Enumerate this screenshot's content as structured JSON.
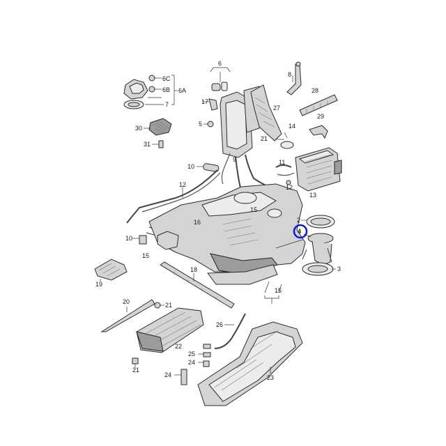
{
  "callouts": [
    {
      "id": "c6C",
      "text": "6C"
    },
    {
      "id": "c6B",
      "text": "6B"
    },
    {
      "id": "c6A",
      "text": "6A"
    },
    {
      "id": "c7",
      "text": "7"
    },
    {
      "id": "c30",
      "text": "30"
    },
    {
      "id": "c31",
      "text": "31"
    },
    {
      "id": "c6",
      "text": "6"
    },
    {
      "id": "c17",
      "text": "17"
    },
    {
      "id": "c5",
      "text": "5"
    },
    {
      "id": "c8",
      "text": "8"
    },
    {
      "id": "c28",
      "text": "28"
    },
    {
      "id": "c27",
      "text": "27"
    },
    {
      "id": "c29",
      "text": "29"
    },
    {
      "id": "c14",
      "text": "14"
    },
    {
      "id": "c21a",
      "text": "21"
    },
    {
      "id": "c10a",
      "text": "10"
    },
    {
      "id": "c9",
      "text": "9"
    },
    {
      "id": "c11",
      "text": "11"
    },
    {
      "id": "c12a",
      "text": "12"
    },
    {
      "id": "c13",
      "text": "13"
    },
    {
      "id": "c12b",
      "text": "12"
    },
    {
      "id": "c15a",
      "text": "15"
    },
    {
      "id": "c2",
      "text": "2"
    },
    {
      "id": "c4",
      "text": "4"
    },
    {
      "id": "c3",
      "text": "3"
    },
    {
      "id": "c16",
      "text": "16"
    },
    {
      "id": "c10b",
      "text": "10"
    },
    {
      "id": "c15b",
      "text": "15"
    },
    {
      "id": "c19",
      "text": "19"
    },
    {
      "id": "c18",
      "text": "18"
    },
    {
      "id": "c15c",
      "text": "15"
    },
    {
      "id": "c20",
      "text": "20"
    },
    {
      "id": "c21b",
      "text": "21"
    },
    {
      "id": "c26",
      "text": "26"
    },
    {
      "id": "c22",
      "text": "22"
    },
    {
      "id": "c21c",
      "text": "21"
    },
    {
      "id": "c25",
      "text": "25"
    },
    {
      "id": "c24a",
      "text": "24"
    },
    {
      "id": "c24b",
      "text": "24"
    },
    {
      "id": "c23",
      "text": "23"
    }
  ],
  "highlight_color": "#0a1fd6"
}
